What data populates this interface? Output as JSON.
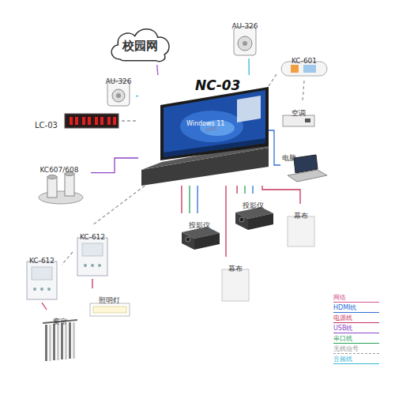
{
  "diagram": {
    "nodes": [
      {
        "text": [
          "校园网"
        ]
      },
      {
        "text": [
          "AU-326"
        ]
      },
      {
        "text": [
          "AU-326"
        ]
      },
      {
        "text": [
          "NC-03"
        ]
      },
      {
        "text": [
          "KC-601"
        ]
      },
      {
        "text": [
          "空调"
        ]
      },
      {
        "text": [
          "LC-03"
        ]
      },
      {
        "text": [
          "KC607/608"
        ]
      },
      {
        "text": [
          "电脑"
        ]
      },
      {
        "text": [
          "投影仪"
        ]
      },
      {
        "text": [
          "投影仪"
        ]
      },
      {
        "text": [
          "幕布"
        ]
      },
      {
        "text": [
          "幕布"
        ]
      },
      {
        "text": [
          "KC-612"
        ]
      },
      {
        "text": [
          "KC-612"
        ]
      },
      {
        "text": [
          "窗帘"
        ]
      },
      {
        "text": [
          "照明灯"
        ]
      }
    ],
    "edges": [
      {
        "from": 0,
        "to": 3,
        "arrow": "none"
      },
      {
        "from": 1,
        "to": 3,
        "arrow": "none"
      },
      {
        "from": 2,
        "to": 3,
        "arrow": "none"
      },
      {
        "from": 3,
        "to": 4,
        "arrow": "none"
      },
      {
        "from": 4,
        "to": 5,
        "arrow": "none"
      },
      {
        "from": 6,
        "to": 3,
        "arrow": "none"
      },
      {
        "from": 7,
        "to": 3,
        "arrow": "none"
      },
      {
        "from": 3,
        "to": 8,
        "arrow": "none"
      },
      {
        "from": 3,
        "to": 10,
        "arrow": "none"
      },
      {
        "from": 3,
        "to": 10,
        "arrow": "none"
      },
      {
        "from": 3,
        "to": 10,
        "arrow": "none"
      },
      {
        "from": 3,
        "to": 9,
        "arrow": "none"
      },
      {
        "from": 3,
        "to": 9,
        "arrow": "none"
      },
      {
        "from": 3,
        "to": 9,
        "arrow": "none"
      },
      {
        "from": 3,
        "to": 12,
        "arrow": "none"
      },
      {
        "from": 3,
        "to": 11,
        "arrow": "none"
      },
      {
        "from": 3,
        "to": 14,
        "arrow": "none"
      },
      {
        "from": 14,
        "to": 13,
        "arrow": "none"
      },
      {
        "from": 13,
        "to": 15,
        "arrow": "none"
      },
      {
        "from": 14,
        "to": 16,
        "arrow": "none"
      }
    ],
    "labels": [
      "Windows 11"
    ],
    "legend": [
      {
        "text": "网络"
      },
      {
        "text": "HDMI线"
      },
      {
        "text": "电源线"
      },
      {
        "text": "USB线"
      },
      {
        "text": "串口线"
      },
      {
        "text": "无线信号"
      },
      {
        "text": "音频线"
      }
    ]
  }
}
